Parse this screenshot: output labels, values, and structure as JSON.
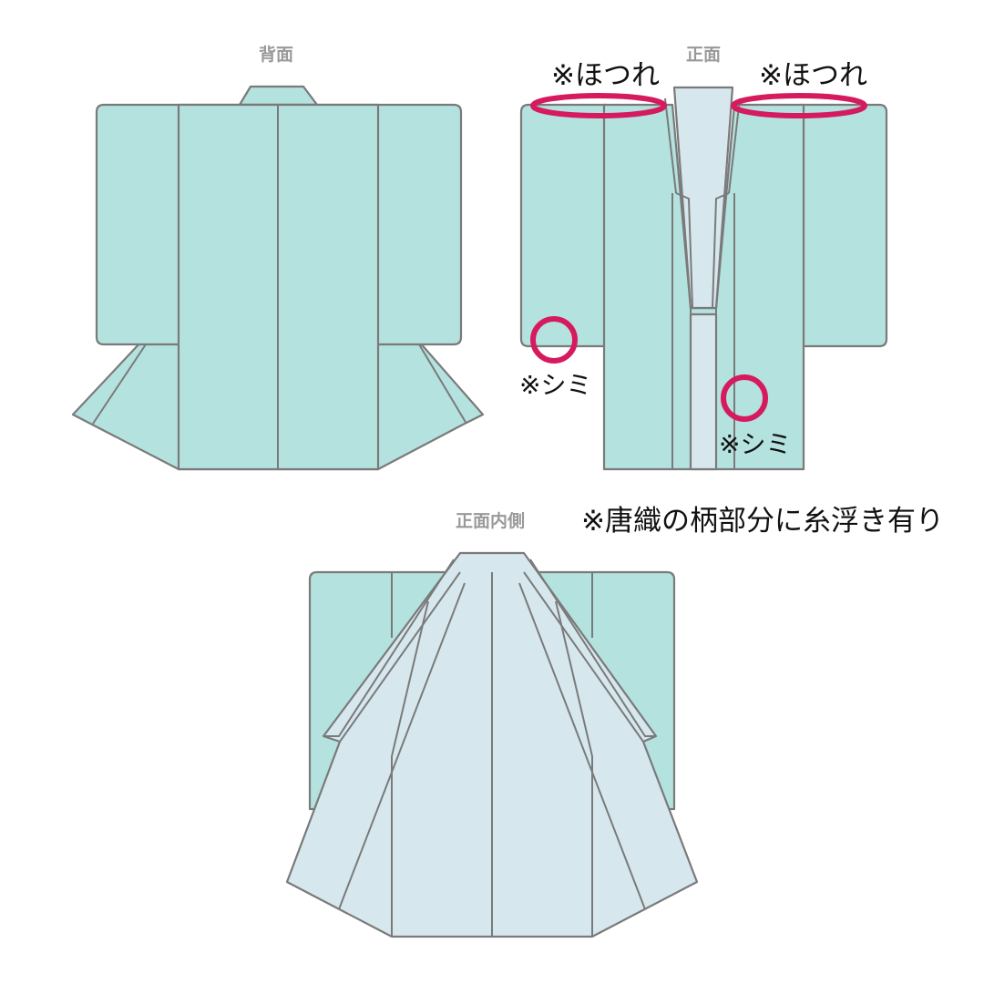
{
  "labels": {
    "back": "背面",
    "front": "正面",
    "front_inside": "正面内側"
  },
  "notes": {
    "fray_left": "※ほつれ",
    "fray_right": "※ほつれ",
    "stain_left": "※シミ",
    "stain_right": "※シミ",
    "thread_float": "※唐織の柄部分に糸浮き有り"
  },
  "colors": {
    "shell": "#b4e2df",
    "lining": "#d6e8ee",
    "outline": "#7a7a7a",
    "marker": "#d61a5e",
    "label": "#999999"
  }
}
